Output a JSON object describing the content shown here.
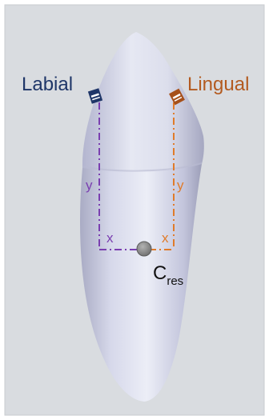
{
  "labels": {
    "labial": "Labial",
    "lingual": "Lingual",
    "y_left": "y",
    "y_right": "y",
    "x_left": "x",
    "x_right": "x",
    "cres_main": "C",
    "cres_sub": "res"
  },
  "colors": {
    "background": "#d9dce0",
    "tooth_base": "#c9cbe0",
    "labial": "#1f3668",
    "lingual": "#b35a1f",
    "purple": "#7a3fb0",
    "orange": "#e07b2a",
    "center": "#8a8a8a",
    "text_dark": "#111111"
  }
}
